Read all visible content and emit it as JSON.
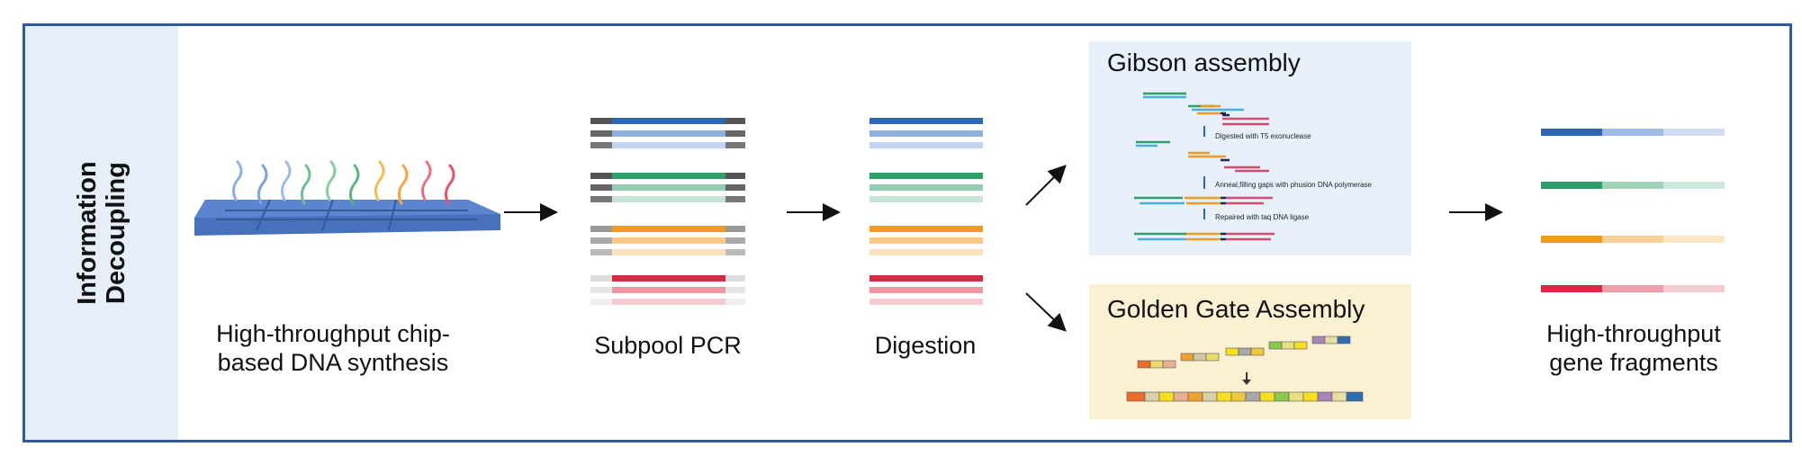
{
  "side_title_line1": "Information",
  "side_title_line2": "Decoupling",
  "steps": {
    "synthesis_line1": "High-throughput chip-",
    "synthesis_line2": "based DNA synthesis",
    "pcr": "Subpool PCR",
    "digestion": "Digestion",
    "output_line1": "High-throughput",
    "output_line2": "gene fragments"
  },
  "gibson": {
    "title": "Gibson assembly",
    "note1": "Digested with T5 exonuclease",
    "note2": "Anneal,filling gaps with phusion DNA polymerase",
    "note3": "Repaired with taq DNA ligase"
  },
  "golden_gate": {
    "title": "Golden Gate Assembly"
  },
  "colors": {
    "border": "#2f5a9e",
    "side_bg": "#e6eef8",
    "blue": "#2e66b8",
    "green": "#2f9e6a",
    "orange": "#f29a26",
    "red": "#d82a45",
    "gibson_bg": "#e8f1fa",
    "golden_bg": "#fbf1d2"
  }
}
